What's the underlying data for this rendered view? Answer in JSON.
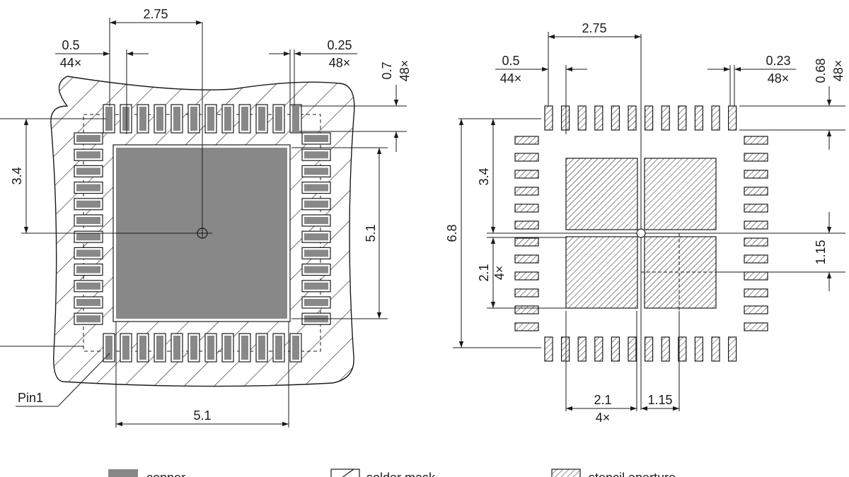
{
  "left_view": {
    "dims": {
      "pitch_half": "2.75",
      "pad_width": "0.5",
      "pad_width_count": "44×",
      "solder_gap": "0.25",
      "solder_gap_count": "48×",
      "pad_length": "0.7",
      "pad_length_count": "48×",
      "offset_vertical": "3.4",
      "thermal_vertical": "5.1",
      "thermal_horizontal": "5.1"
    },
    "pin1_label": "Pin1"
  },
  "right_view": {
    "dims": {
      "pitch_half": "2.75",
      "pad_width": "0.5",
      "pad_width_count": "44×",
      "aperture_gap": "0.23",
      "aperture_gap_count": "48×",
      "aperture_length": "0.68",
      "aperture_length_count": "48×",
      "offset_vertical": "3.4",
      "overall_vertical": "6.8",
      "sub_aperture_vertical": "2.1",
      "sub_aperture_vertical_count": "4×",
      "sub_gap_vertical": "1.15",
      "sub_aperture_horizontal": "2.1",
      "sub_aperture_horizontal_count": "4×",
      "sub_gap_horizontal": "1.15"
    }
  },
  "legend": [
    {
      "label": "copper",
      "swatch": "copper"
    },
    {
      "label": "solder mask",
      "swatch": "solder-mask"
    },
    {
      "label": "stencil aperture",
      "swatch": "stencil"
    }
  ],
  "colors": {
    "copper": "#888888",
    "line": "#1a1a1a",
    "background": "#ffffff"
  }
}
